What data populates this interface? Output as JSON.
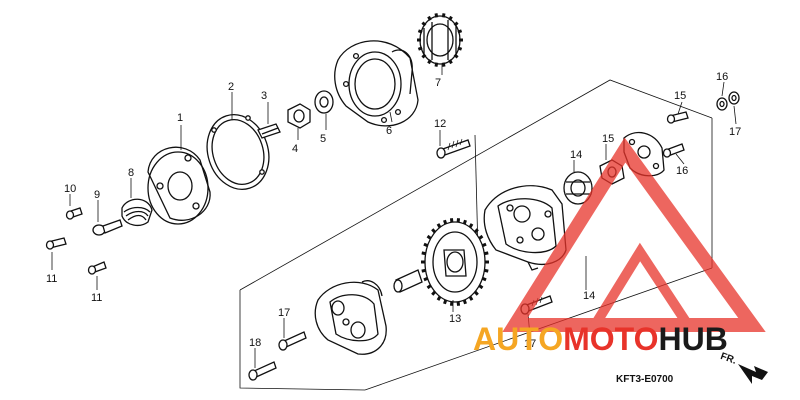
{
  "diagram_code": "KFT3-E0700",
  "direction_label": "FR.",
  "watermark": {
    "brand_part1": "AUTO",
    "brand_part2": "MOTO",
    "brand_part3": "HUB",
    "color_orange": "#f5a623",
    "color_red": "#e8332a",
    "color_black": "#1a1a1a"
  },
  "callouts": [
    "1",
    "2",
    "3",
    "4",
    "5",
    "6",
    "7",
    "8",
    "9",
    "10",
    "11",
    "11",
    "12",
    "13",
    "14",
    "14",
    "15",
    "15",
    "16",
    "16",
    "17",
    "17",
    "17",
    "18"
  ]
}
